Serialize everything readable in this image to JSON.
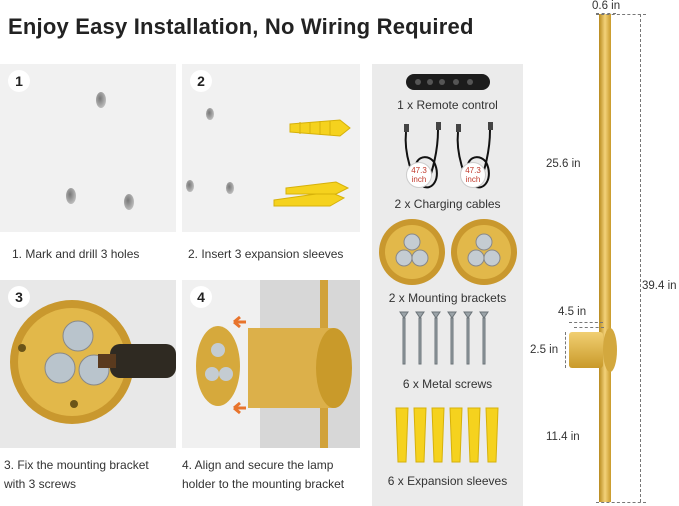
{
  "title": "Enjoy Easy Installation, No Wiring Required",
  "steps": [
    {
      "num": "1",
      "caption": "1. Mark and drill 3 holes"
    },
    {
      "num": "2",
      "caption": "2. Insert 3 expansion sleeves"
    },
    {
      "num": "3",
      "caption_line1": "3. Fix the mounting bracket",
      "caption_line2": "with 3 screws"
    },
    {
      "num": "4",
      "caption_line1": "4. Align and secure the lamp",
      "caption_line2": "holder to the mounting bracket"
    }
  ],
  "accessories": {
    "remote": "1 x Remote control",
    "cables": "2 x Charging cables",
    "cable_length_value": "47.3",
    "cable_length_unit": "inch",
    "brackets": "2 x Mounting brackets",
    "screws": "6 x Metal screws",
    "sleeves": "6 x Expansion sleeves"
  },
  "dimensions": {
    "width": "0.6 in",
    "upper": "25.6 in",
    "total": "39.4 in",
    "holder_width": "4.5 in",
    "holder_height": "2.5 in",
    "lower": "11.4 in"
  },
  "colors": {
    "gold": "#d8ad45",
    "arrow": "#e8742c",
    "sleeve": "#f5d21e"
  }
}
